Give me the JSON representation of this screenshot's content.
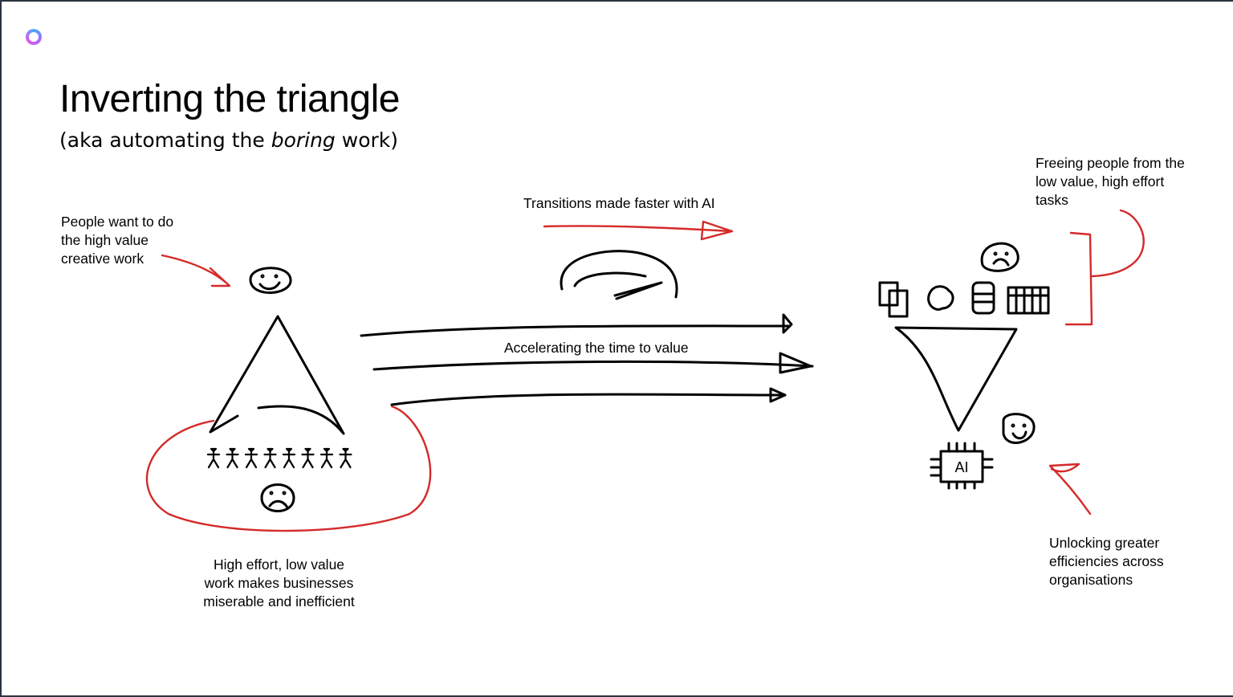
{
  "slide": {
    "title": "Inverting the triangle",
    "subtitle_prefix": "(aka automating the ",
    "subtitle_emphasis": "boring",
    "subtitle_suffix": " work)"
  },
  "notes": {
    "people_want": [
      "People want to do",
      "the high value",
      "creative work"
    ],
    "high_effort": [
      "High effort, low value",
      "work makes businesses",
      "miserable and inefficient"
    ],
    "transitions": "Transitions made faster with AI",
    "accelerating": "Accelerating the time to value",
    "freeing": [
      "Freeing people from the",
      "low value, high effort",
      "tasks"
    ],
    "unlocking": [
      "Unlocking greater",
      "efficiencies across",
      "organisations"
    ]
  },
  "diagram": {
    "chip_label": "AI",
    "stick_figure_count": 8
  },
  "colors": {
    "ink": "#000000",
    "accent": "#d42a2a"
  }
}
